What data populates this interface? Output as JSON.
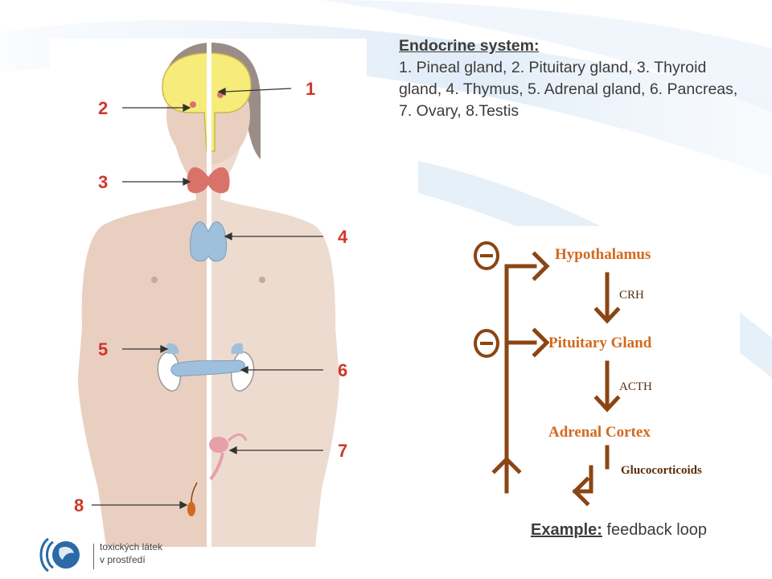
{
  "legend": {
    "title": "Endocrine system:",
    "text": "1. Pineal gland, 2. Pituitary gland, 3. Thyroid gland, 4. Thymus, 5. Adrenal gland, 6. Pancreas, 7. Ovary, 8.Testis"
  },
  "anatomy": {
    "labels": [
      "1",
      "2",
      "3",
      "4",
      "5",
      "6",
      "7",
      "8"
    ]
  },
  "feedback_diagram": {
    "nodes": [
      "Hypothalamus",
      "Pituitary Gland",
      "Adrenal Cortex"
    ],
    "arrows": [
      "CRH",
      "ACTH",
      "Glucocorticoids"
    ],
    "inhibition_symbol": "⊖",
    "colors": {
      "node_text": "#d2691e",
      "arrow": "#8b4513",
      "label": "#5a2d0c"
    }
  },
  "example": {
    "label": "Example:",
    "text": "feedback loop"
  },
  "logo": {
    "line1": "toxických látek",
    "line2": "v prostředí"
  },
  "colors": {
    "brain": "#f7ec7a",
    "thyroid": "#d9736a",
    "thymus": "#9fc0dd",
    "skin": "#e9cfc0",
    "hair": "#9a8c86",
    "label_red": "#d0362b"
  }
}
